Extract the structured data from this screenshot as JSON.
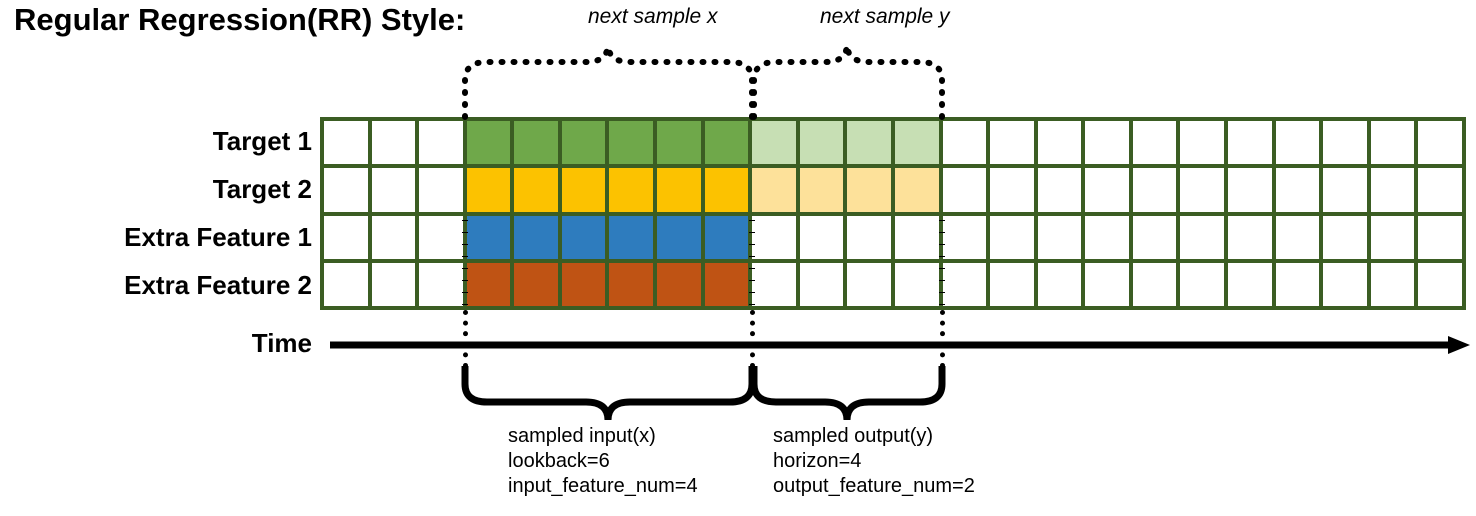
{
  "title": "Regular Regression(RR) Style:",
  "row_labels": [
    {
      "id": "target-1",
      "label": "Target 1"
    },
    {
      "id": "target-2",
      "label": "Target 2"
    },
    {
      "id": "extra-feature-1",
      "label": "Extra Feature 1"
    },
    {
      "id": "extra-feature-2",
      "label": "Extra Feature 2"
    }
  ],
  "axis": {
    "label": "Time",
    "direction": "right-arrow"
  },
  "top_braces": [
    {
      "id": "next-sample-x",
      "label": "next sample x"
    },
    {
      "id": "next-sample-y",
      "label": "next sample y"
    }
  ],
  "bottom_braces": [
    {
      "id": "sampled-input",
      "lines": [
        "sampled input(x)",
        "lookback=6",
        "input_feature_num=4"
      ]
    },
    {
      "id": "sampled-output",
      "lines": [
        "sampled output(y)",
        "horizon=4",
        "output_feature_num=2"
      ]
    }
  ],
  "grid": {
    "columns": 24,
    "rows": 4,
    "input_start_col": 4,
    "input_end_col": 9,
    "output_start_col": 10,
    "output_end_col": 13,
    "cells": [
      [
        "empty",
        "empty",
        "empty",
        "green",
        "green",
        "green",
        "green",
        "green",
        "green",
        "greenlight",
        "greenlight",
        "greenlight",
        "greenlight",
        "empty",
        "empty",
        "empty",
        "empty",
        "empty",
        "empty",
        "empty",
        "empty",
        "empty",
        "empty",
        "empty"
      ],
      [
        "empty",
        "empty",
        "empty",
        "yellow",
        "yellow",
        "yellow",
        "yellow",
        "yellow",
        "yellow",
        "yellowlight",
        "yellowlight",
        "yellowlight",
        "yellowlight",
        "empty",
        "empty",
        "empty",
        "empty",
        "empty",
        "empty",
        "empty",
        "empty",
        "empty",
        "empty",
        "empty"
      ],
      [
        "empty",
        "empty",
        "empty",
        "blue",
        "blue",
        "blue",
        "blue",
        "blue",
        "blue",
        "empty",
        "empty",
        "empty",
        "empty",
        "empty",
        "empty",
        "empty",
        "empty",
        "empty",
        "empty",
        "empty",
        "empty",
        "empty",
        "empty",
        "empty"
      ],
      [
        "empty",
        "empty",
        "empty",
        "orange",
        "orange",
        "orange",
        "orange",
        "orange",
        "orange",
        "empty",
        "empty",
        "empty",
        "empty",
        "empty",
        "empty",
        "empty",
        "empty",
        "empty",
        "empty",
        "empty",
        "empty",
        "empty",
        "empty",
        "empty"
      ]
    ]
  },
  "colors": {
    "grid_line": "#3b5d23",
    "green": "#6FA84A",
    "green_light": "#C7DFB4",
    "yellow": "#FCC200",
    "yellow_light": "#FDE19A",
    "blue": "#2E7CBE",
    "orange": "#BF5314",
    "text": "#000000",
    "background": "#FFFFFF"
  }
}
